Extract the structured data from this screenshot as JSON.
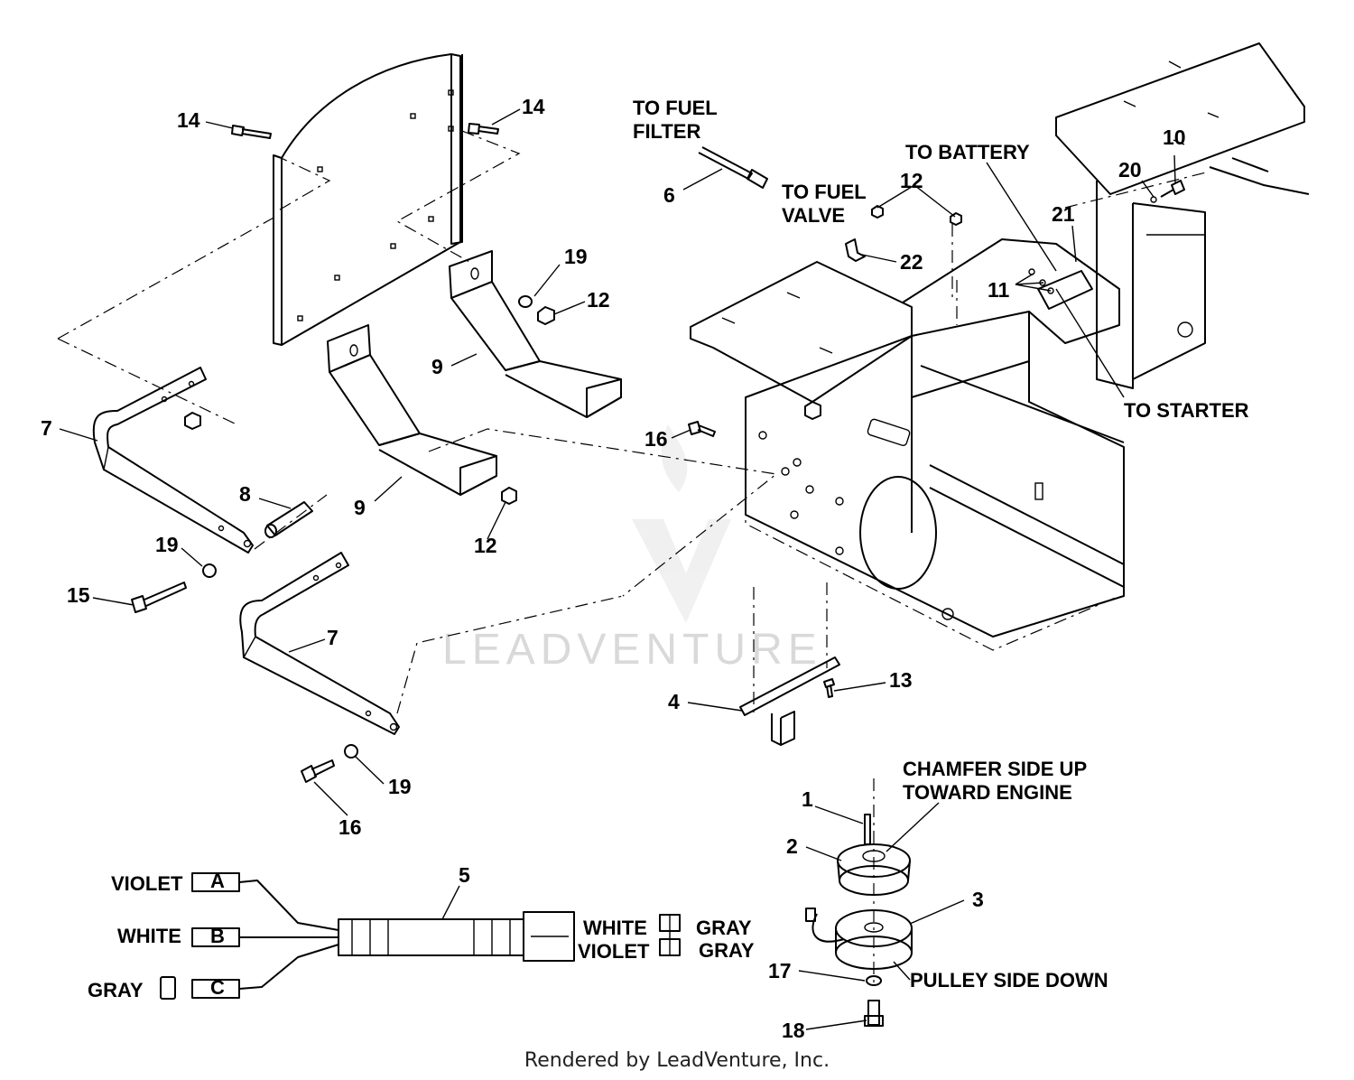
{
  "callouts": {
    "c1": "1",
    "c2": "2",
    "c3": "3",
    "c4": "4",
    "c5": "5",
    "c6": "6",
    "c7a": "7",
    "c7b": "7",
    "c8": "8",
    "c9a": "9",
    "c9b": "9",
    "c10": "10",
    "c11": "11",
    "c12a": "12",
    "c12b": "12",
    "c12c": "12",
    "c13": "13",
    "c14a": "14",
    "c14b": "14",
    "c15": "15",
    "c16a": "16",
    "c16b": "16",
    "c17": "17",
    "c18": "18",
    "c19a": "19",
    "c19b": "19",
    "c19c": "19",
    "c20": "20",
    "c21": "21",
    "c22": "22"
  },
  "notes": {
    "to_fuel_filter_1": "TO FUEL",
    "to_fuel_filter_2": "FILTER",
    "to_fuel_valve_1": "TO FUEL",
    "to_fuel_valve_2": "VALVE",
    "to_battery": "TO BATTERY",
    "to_starter": "TO STARTER",
    "chamfer_1": "CHAMFER SIDE UP",
    "chamfer_2": "TOWARD ENGINE",
    "pulley_side": "PULLEY SIDE DOWN"
  },
  "harness": {
    "violet": "VIOLET",
    "white": "WHITE",
    "gray": "GRAY",
    "conn_white": "WHITE",
    "conn_violet": "VIOLET",
    "conn_gray_1": "GRAY",
    "conn_gray_2": "GRAY",
    "pin_a": "A",
    "pin_b": "B",
    "pin_c": "C"
  },
  "watermark": "LEADVENTURE",
  "footer": "Rendered by LeadVenture, Inc."
}
